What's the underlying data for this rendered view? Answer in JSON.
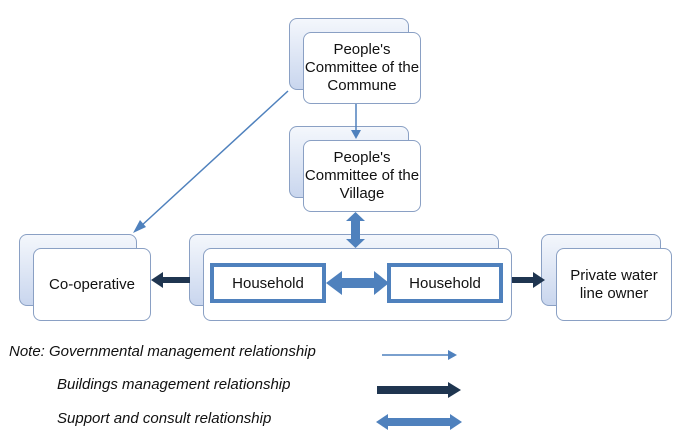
{
  "nodes": {
    "commune": "People's Committee of the Commune",
    "village": "People's Committee of the Village",
    "cooperative": "Co-operative",
    "household_left": "Household",
    "household_right": "Household",
    "private_owner": "Private water line owner"
  },
  "legend": {
    "governmental": "Note: Governmental management relationship",
    "buildings": "Buildings management relationship",
    "support": "Support and consult relationship"
  },
  "colors": {
    "thin_arrow": "#4f81bd",
    "dark_arrow": "#1f3550",
    "double_arrow": "#4f81bd"
  }
}
